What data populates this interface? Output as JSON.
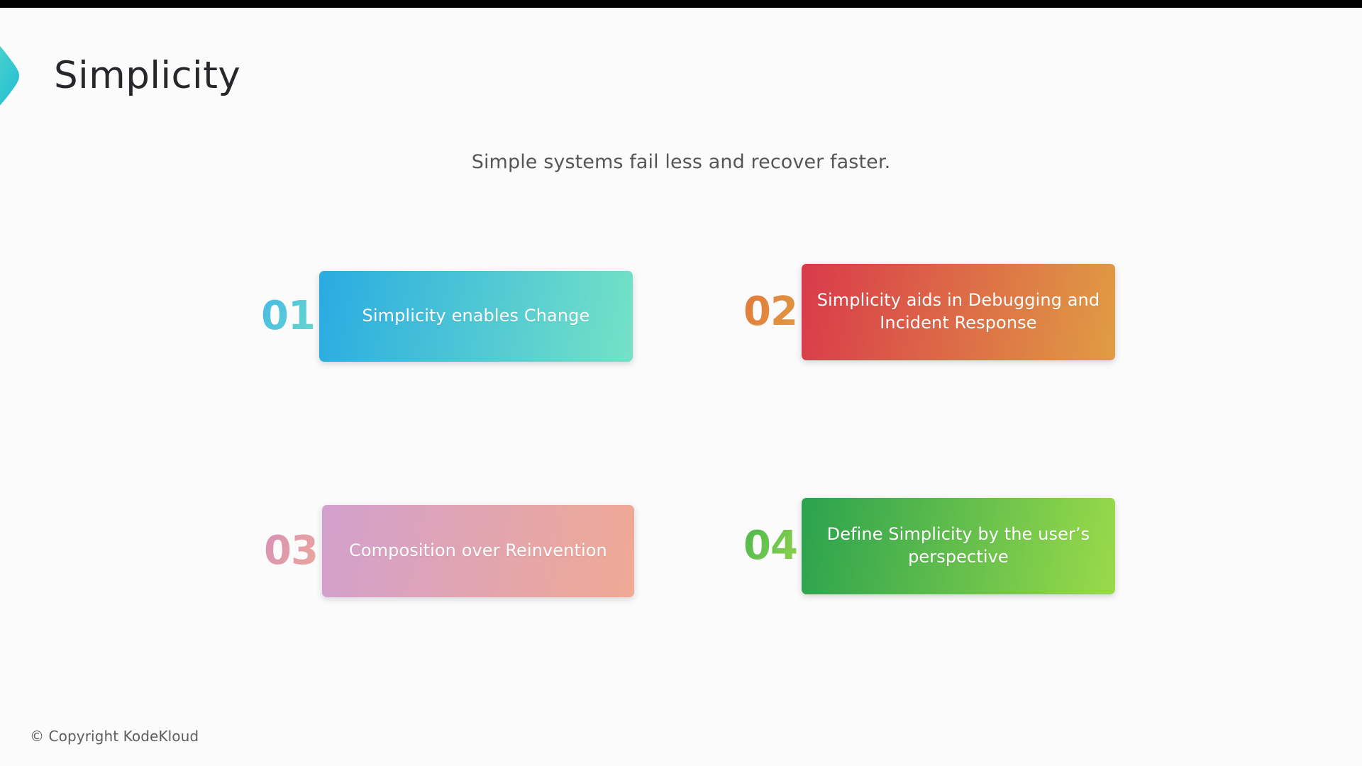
{
  "slide": {
    "title": "Simplicity",
    "subtitle": "Simple systems fail less and recover faster.",
    "footer": "© Copyright KodeKloud",
    "background_color": "#fbfbfc",
    "title_color": "#26282c",
    "subtitle_color": "#565656",
    "top_bar_color": "#000000"
  },
  "logo": {
    "name": "chevron-logo",
    "gradient_from": "#6fe3c8",
    "gradient_to": "#18b9d4"
  },
  "cards": [
    {
      "number": "01",
      "label": "Simplicity enables Change",
      "number_color_from": "#4ab9e4",
      "number_color_to": "#63d9cd",
      "box_from": "#29abe2",
      "box_to": "#74e2c6"
    },
    {
      "number": "02",
      "label": "Simplicity aids in Debugging and Incident Response",
      "number_color_from": "#e2783a",
      "number_color_to": "#e09b43",
      "box_from": "#d93a4a",
      "box_to": "#e09c44"
    },
    {
      "number": "03",
      "label": "Composition over Reinvention",
      "number_color_from": "#d891b7",
      "number_color_to": "#eaa79a",
      "box_from": "#d2a0cd",
      "box_to": "#f0a994"
    },
    {
      "number": "04",
      "label": "Define Simplicity by the user’s perspective",
      "number_color_from": "#4cb84f",
      "number_color_to": "#8fd24c",
      "box_from": "#2ba24e",
      "box_to": "#9ada4a"
    }
  ]
}
